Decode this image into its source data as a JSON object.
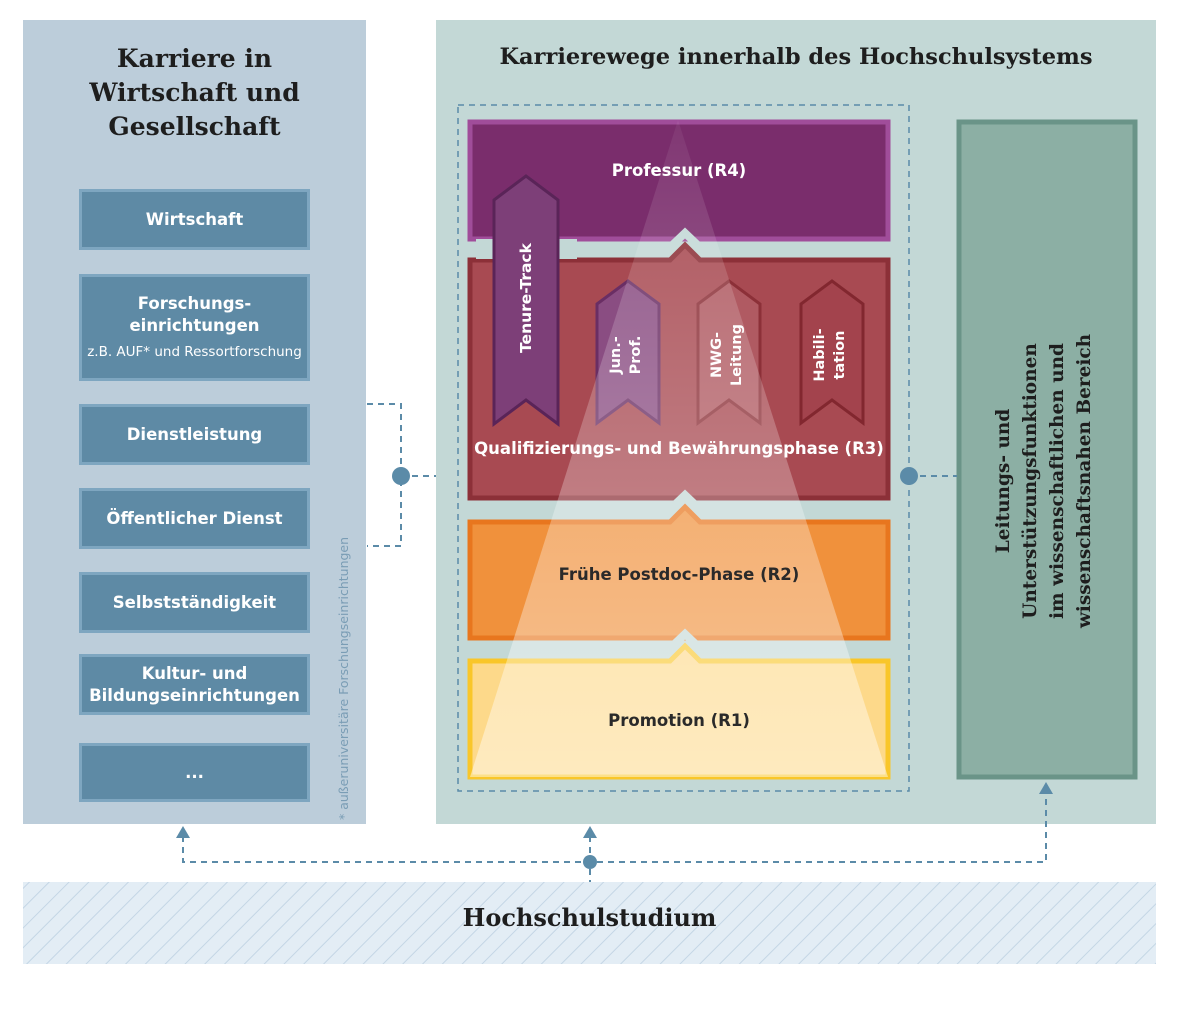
{
  "left_panel": {
    "title": "Karriere in\nWirtschaft und\nGesellschaft",
    "boxes": [
      {
        "label": "Wirtschaft"
      },
      {
        "label": "Forschungs-\neinrichtungen",
        "sub": "z.B. AUF* und Ressortforschung"
      },
      {
        "label": "Dienstleistung"
      },
      {
        "label": "Öffentlicher Dienst"
      },
      {
        "label": "Selbstständigkeit"
      },
      {
        "label": "Kultur- und\nBildungseinrichtungen"
      },
      {
        "label": "..."
      }
    ],
    "footnote": "* außeruniversitäre Forschungseinrichtungen"
  },
  "right_panel": {
    "title": "Karrierewege innerhalb des Hochschulsystems",
    "phases": {
      "r4": "Professur (R4)",
      "r3": "Qualifizierungs- und Bewährungsphase (R3)",
      "r2": "Frühe Postdoc-Phase (R2)",
      "r1": "Promotion (R1)"
    },
    "paths": {
      "tenure_track": "Tenure-Track",
      "jun_prof": "Jun.-\nProf.",
      "nwg": "NWG-\nLeitung",
      "habil": "Habili-\ntation"
    },
    "side_box": "Leitungs- und Unterstützungsfunktionen\nim wissenschaftlichen und\nwissenschaftsnahen Bereich"
  },
  "bottom": {
    "title": "Hochschulstudium"
  },
  "colors": {
    "left_panel": "#bccdda",
    "field_box": "#5e8aa5",
    "right_panel": "#c3d8d6",
    "r4": "#7a2d6c",
    "r3": "#a84a52",
    "r2": "#f0913c",
    "r1": "#fdd98a",
    "side_box": "#8cafa4",
    "connector": "#5b8ba8"
  }
}
